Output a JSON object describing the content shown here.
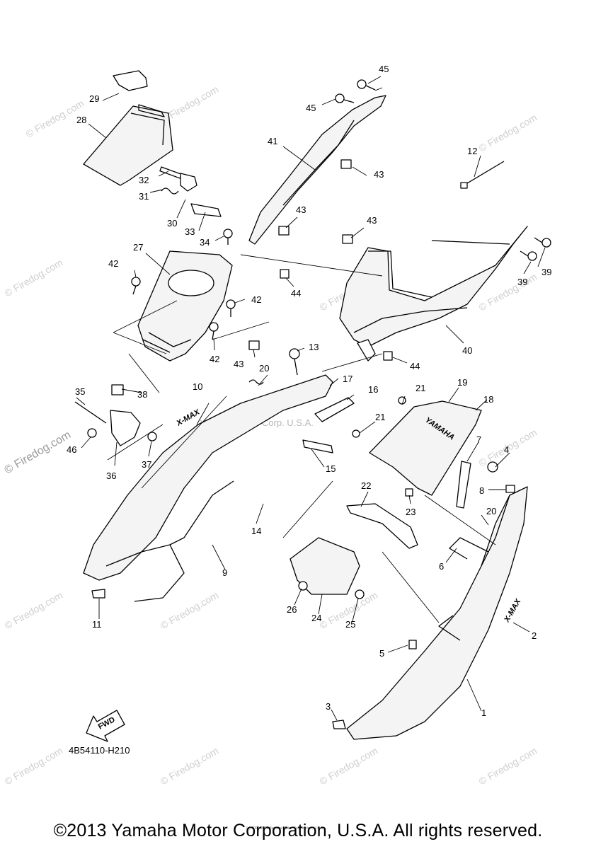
{
  "diagram": {
    "drawing_code": "4B54110-H210",
    "fwd_label": "FWD",
    "yamaha_logo_text": "YAMAHA",
    "decal_text": "X-MAX",
    "center_watermark": "Yamaha Motor Corp. U.S.A.",
    "tiny_credit": "(c) 2005-2015 Yamaha Motor Corporation, U.S.A.",
    "watermark_text": "© Firedog.com",
    "callouts": {
      "c1": "1",
      "c2": "2",
      "c3": "3",
      "c4": "4",
      "c5": "5",
      "c6": "6",
      "c7": "7",
      "c8": "8",
      "c9": "9",
      "c10": "10",
      "c11": "11",
      "c12": "12",
      "c13": "13",
      "c14": "14",
      "c15": "15",
      "c16": "16",
      "c17": "17",
      "c18": "18",
      "c19": "19",
      "c20a": "20",
      "c20b": "20",
      "c21a": "21",
      "c21b": "21",
      "c22": "22",
      "c23": "23",
      "c24": "24",
      "c25": "25",
      "c26": "26",
      "c27": "27",
      "c28": "28",
      "c29": "29",
      "c30": "30",
      "c31": "31",
      "c32": "32",
      "c33": "33",
      "c34": "34",
      "c35": "35",
      "c36": "36",
      "c37": "37",
      "c38": "38",
      "c39a": "39",
      "c39b": "39",
      "c40": "40",
      "c41": "41",
      "c42a": "42",
      "c42b": "42",
      "c42c": "42",
      "c43a": "43",
      "c43b": "43",
      "c43c": "43",
      "c43d": "43",
      "c44a": "44",
      "c44b": "44",
      "c45a": "45",
      "c45b": "45",
      "c46": "46"
    }
  },
  "footer": {
    "copyright": "©2013 Yamaha Motor Corporation, U.S.A. All rights reserved."
  }
}
